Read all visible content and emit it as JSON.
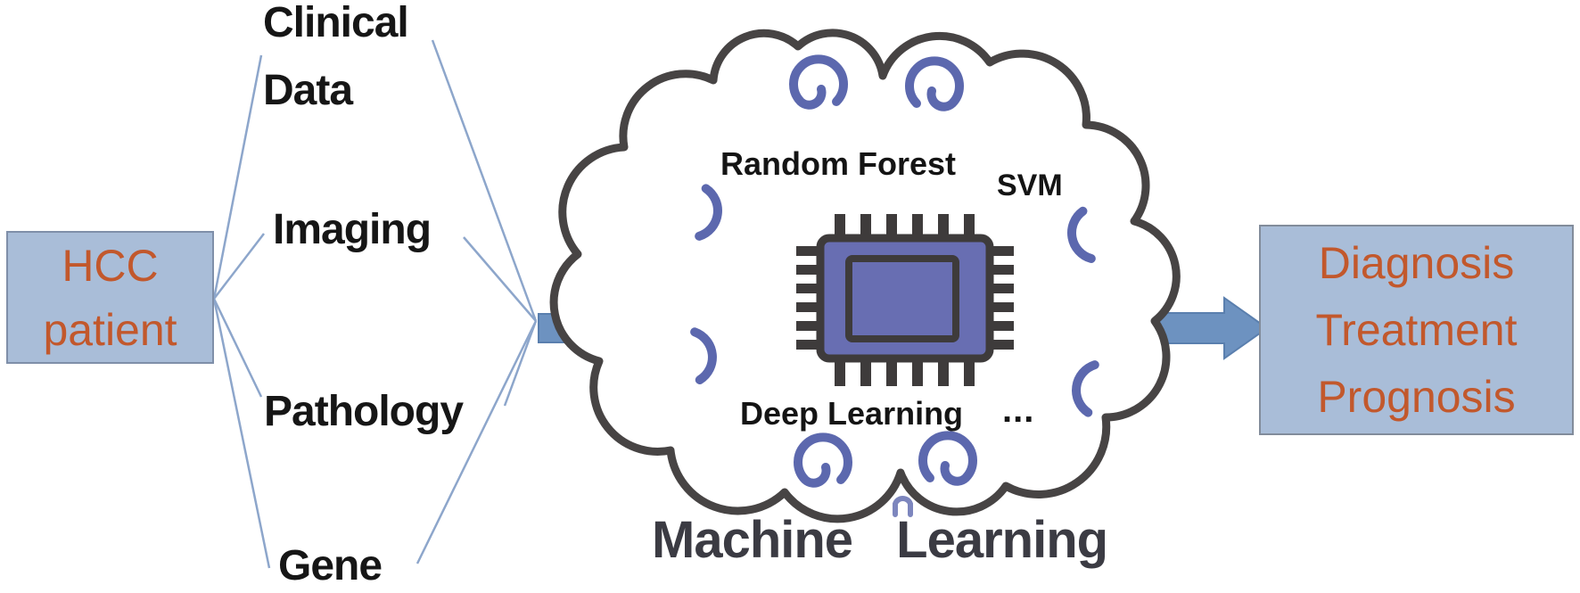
{
  "diagram": {
    "input_box": {
      "line1": "HCC",
      "line2": "patient"
    },
    "sources": {
      "clinical": "Clinical\nData",
      "imaging": "Imaging",
      "pathology": "Pathology",
      "gene": "Gene"
    },
    "ml_cloud": {
      "random_forest": "Random Forest",
      "svm": "SVM",
      "deep_learning": "Deep Learning",
      "ellipsis": "...",
      "caption": "Machine Learning"
    },
    "output_box": {
      "line1": "Diagnosis",
      "line2": "Treatment",
      "line3": "Prognosis"
    }
  },
  "icons": {
    "brain_cloud": "brain-cloud",
    "cpu_chip": "cpu-chip-icon",
    "swirl": "brain-swirl-icon",
    "arrow": "right-arrow-icon"
  },
  "colors": {
    "box_fill": "#a9bdd8",
    "box_border": "#7f8fa9",
    "accent_text": "#c2582c",
    "label_text": "#161616",
    "connector_line": "#8da6cb",
    "arrow_fill": "#6d92c0",
    "cloud_outline": "#474444",
    "swirl": "#5c68ae",
    "chip_fill": "#686eb2",
    "chip_outline": "#3e3b3b",
    "caption_text": "#3b3b43"
  }
}
